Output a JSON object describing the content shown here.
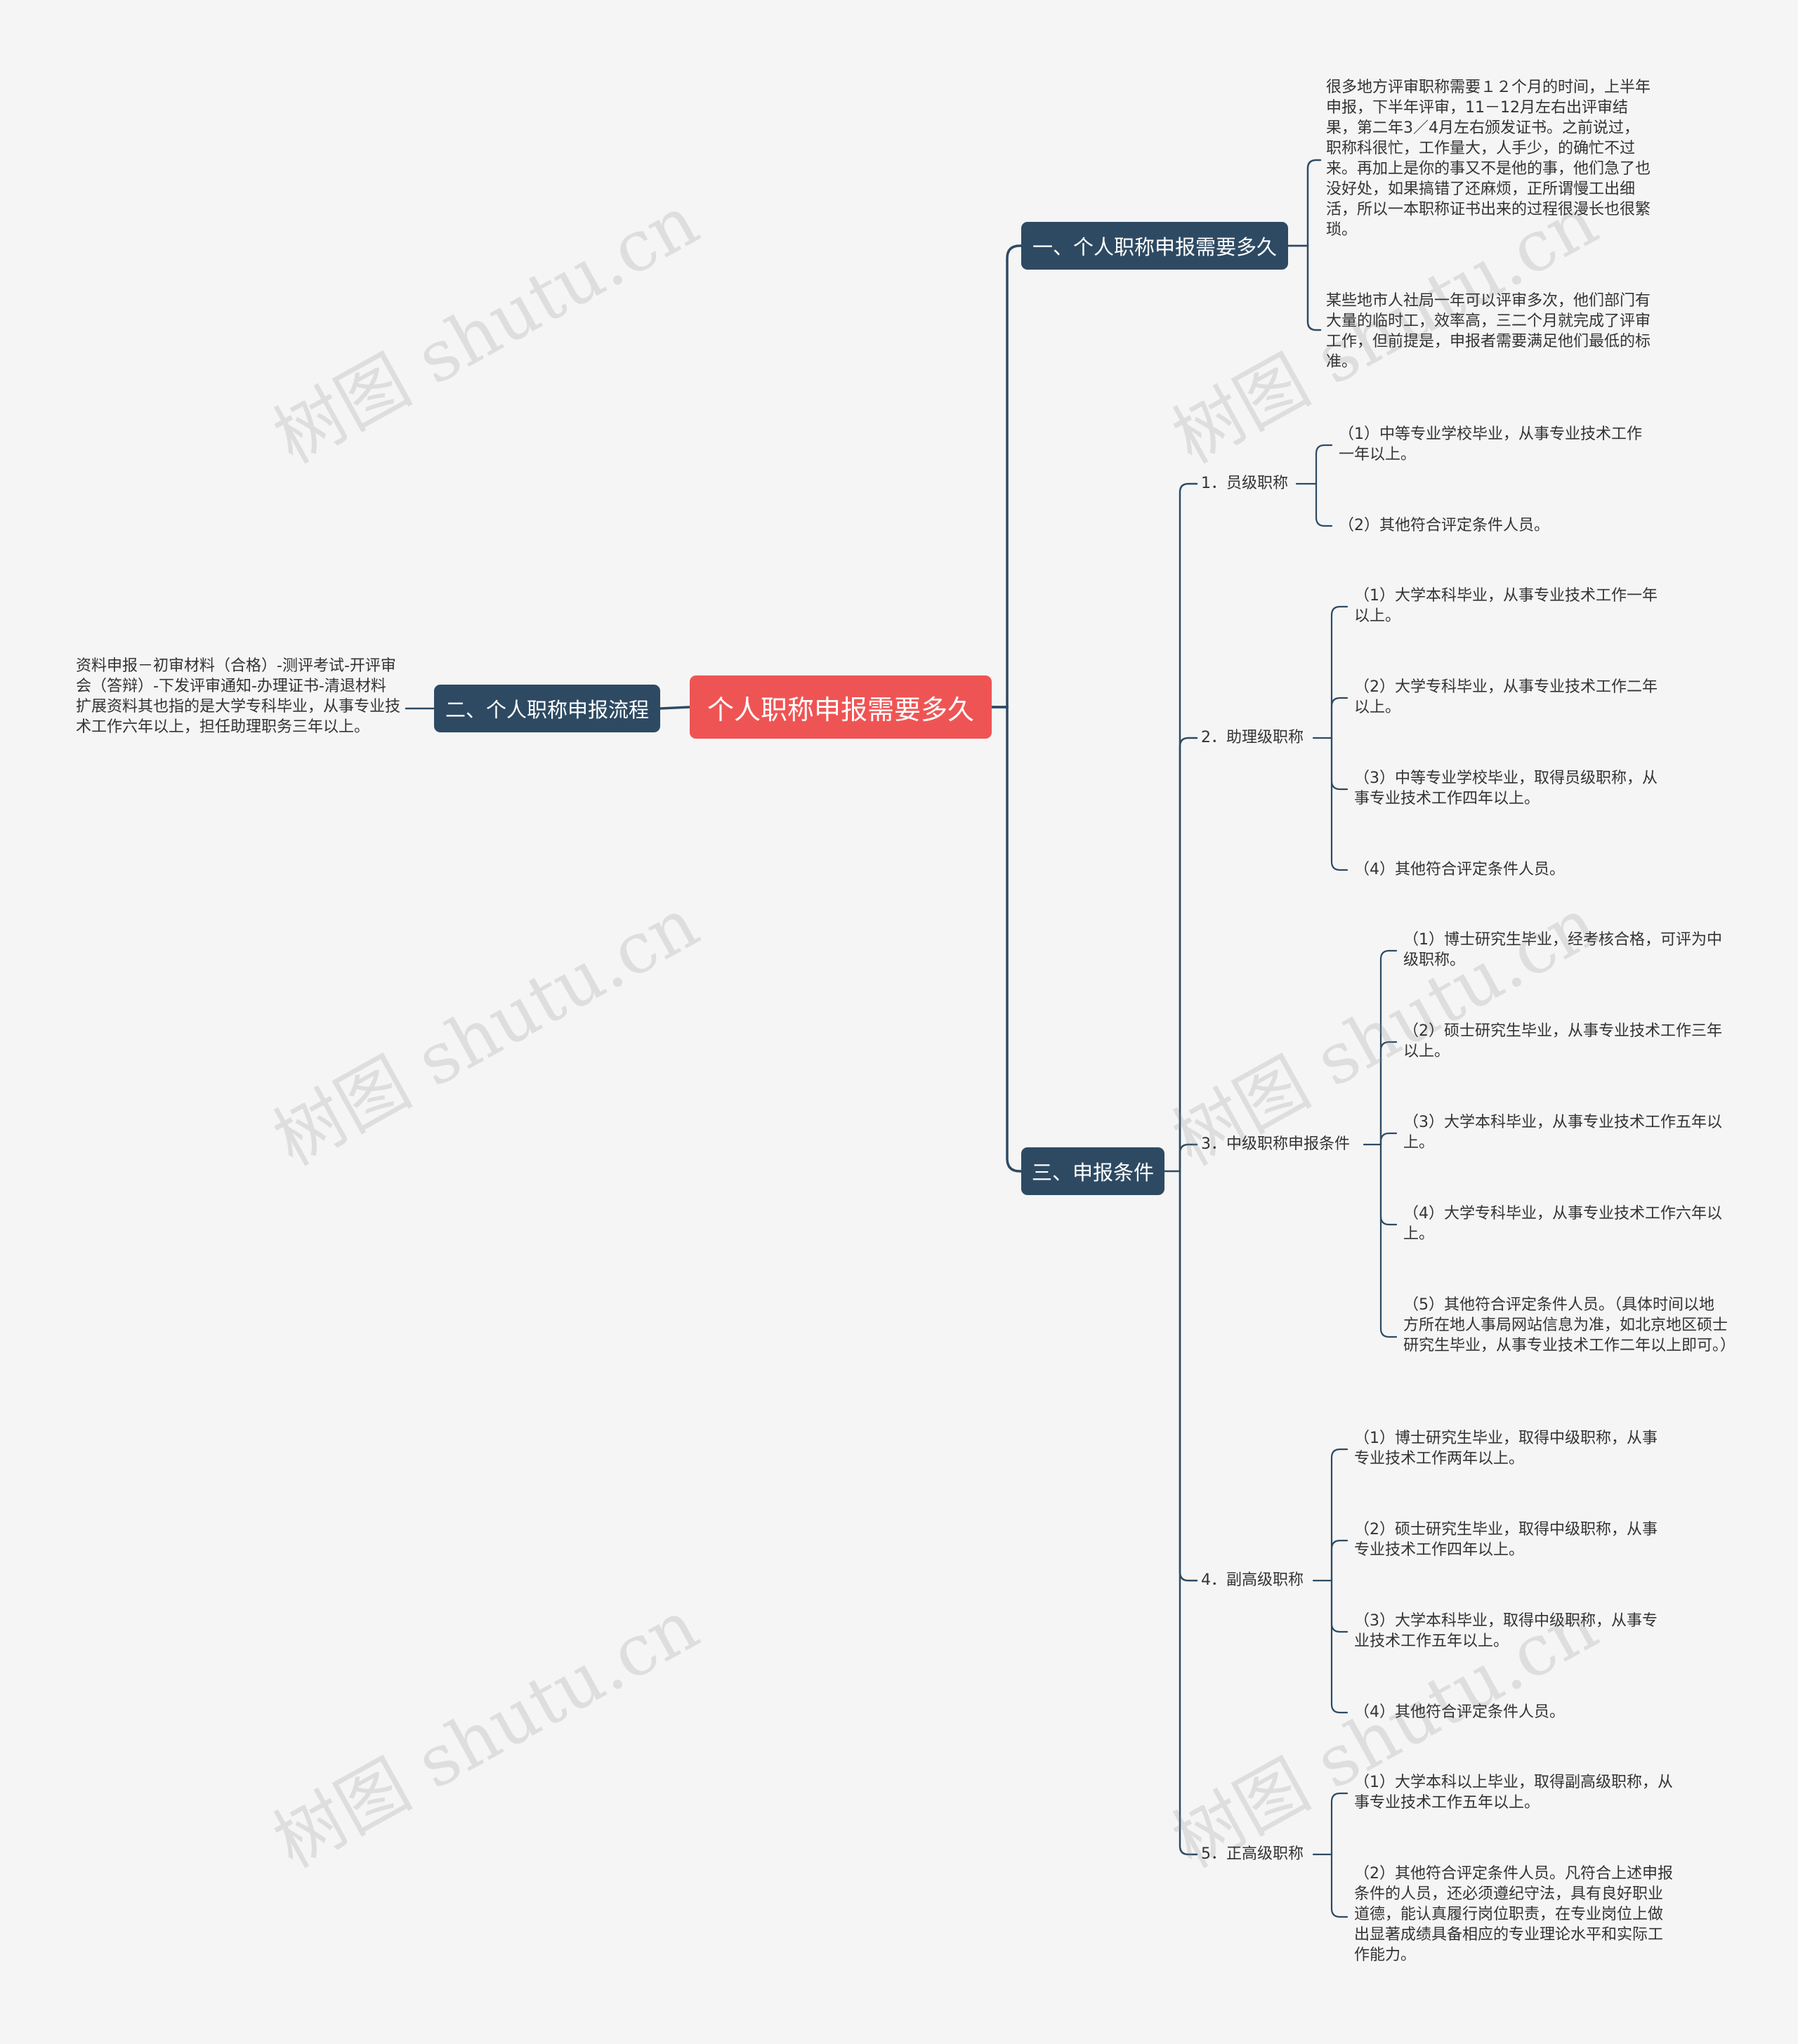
{
  "root": {
    "label": "个人职称申报需要多久"
  },
  "branches": {
    "b1": {
      "label": "一、个人职称申报需要多久"
    },
    "b2": {
      "label": "二、个人职称申报流程"
    },
    "b3": {
      "label": "三、申报条件"
    }
  },
  "b1_leaves": [
    "很多地方评审职称需要１２个月的时间，上半年申报，下半年评审，11－12月左右出评审结果，第二年3／4月左右颁发证书。之前说过，职称科很忙，工作量大，人手少，的确忙不过来。再加上是你的事又不是他的事，他们急了也没好处，如果搞错了还麻烦，正所谓慢工出细活，所以一本职称证书出来的过程很漫长也很繁琐。",
    "某些地市人社局一年可以评审多次，他们部门有大量的临时工，效率高，三二个月就完成了评审工作，但前提是，申报者需要满足他们最低的标准。"
  ],
  "b2_leaves": [
    "资料申报－初审材料（合格）-测评考试-开评审会（答辩）-下发评审通知-办理证书-清退材料扩展资料其也指的是大学专科毕业，从事专业技术工作六年以上，担任助理职务三年以上。"
  ],
  "b3_subs": [
    {
      "label": "1．员级职称",
      "items": [
        "（1）中等专业学校毕业，从事专业技术工作一年以上。",
        "（2）其他符合评定条件人员。"
      ]
    },
    {
      "label": "2．助理级职称",
      "items": [
        "（1）大学本科毕业，从事专业技术工作一年以上。",
        "（2）大学专科毕业，从事专业技术工作二年以上。",
        "（3）中等专业学校毕业，取得员级职称，从事专业技术工作四年以上。",
        "（4）其他符合评定条件人员。"
      ]
    },
    {
      "label": "3．中级职称申报条件",
      "items": [
        "（1）博士研究生毕业，经考核合格，可评为中级职称。",
        "（2）硕士研究生毕业，从事专业技术工作三年以上。",
        "（3）大学本科毕业，从事专业技术工作五年以上。",
        "（4）大学专科毕业，从事专业技术工作六年以上。",
        "（5）其他符合评定条件人员。（具体时间以地方所在地人事局网站信息为准，如北京地区硕士研究生毕业，从事专业技术工作二年以上即可。）"
      ]
    },
    {
      "label": "4．副高级职称",
      "items": [
        "（1）博士研究生毕业，取得中级职称，从事专业技术工作两年以上。",
        "（2）硕士研究生毕业，取得中级职称，从事专业技术工作四年以上。",
        "（3）大学本科毕业，取得中级职称，从事专业技术工作五年以上。",
        "（4）其他符合评定条件人员。"
      ]
    },
    {
      "label": "5．正高级职称",
      "items": [
        "（1）大学本科以上毕业，取得副高级职称，从事专业技术工作五年以上。",
        "（2）其他符合评定条件人员。凡符合上述申报条件的人员，还必须遵纪守法，具有良好职业道德，能认真履行岗位职责，在专业岗位上做出显著成绩具备相应的专业理论水平和实际工作能力。"
      ]
    }
  ],
  "watermark": "树图 shutu.cn",
  "colors": {
    "background": "#f5f5f5",
    "root": "#ef5454",
    "branch": "#2e4a63",
    "edge": "#2e4a63",
    "text": "#333333"
  }
}
